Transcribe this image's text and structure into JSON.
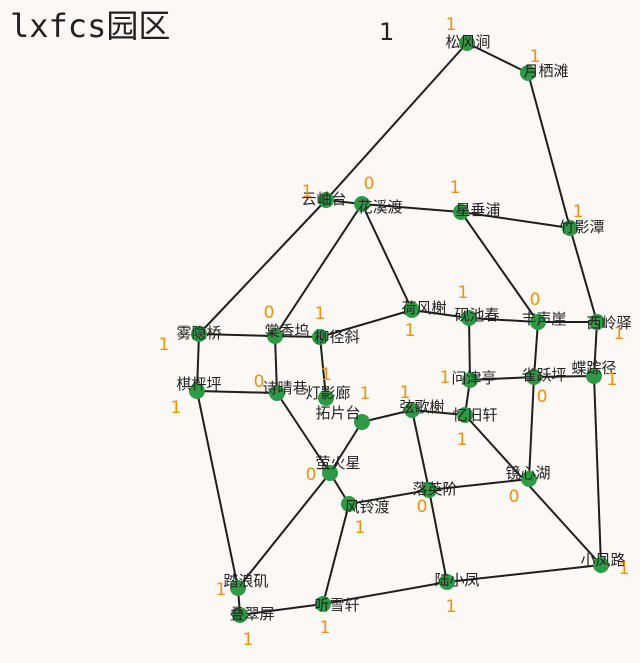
{
  "title": "lxfcs园区",
  "counter": "1",
  "nodes": [
    {
      "id": "n1",
      "label": "松风涧",
      "badge": "1"
    },
    {
      "id": "n2",
      "label": "月栖滩",
      "badge": "1"
    },
    {
      "id": "n3",
      "label": "云岫台",
      "badge": "1"
    },
    {
      "id": "n4",
      "label": "花溪渡",
      "badge": "0"
    },
    {
      "id": "n5",
      "label": "星垂浦",
      "badge": "1"
    },
    {
      "id": "n6",
      "label": "竹影潭",
      "badge": "1"
    },
    {
      "id": "n7",
      "label": "荷风榭",
      "badge": "1"
    },
    {
      "id": "n8",
      "label": "砚池春",
      "badge": "1"
    },
    {
      "id": "n9",
      "label": "丰声崖",
      "badge": "0"
    },
    {
      "id": "n10",
      "label": "西岭驿",
      "badge": "1"
    },
    {
      "id": "n11",
      "label": "雾隐桥",
      "badge": "1"
    },
    {
      "id": "n12",
      "label": "棠香坞",
      "badge": "0"
    },
    {
      "id": "n13",
      "label": "柳径斜",
      "badge": "1"
    },
    {
      "id": "n14",
      "label": "问津亭",
      "badge": "1"
    },
    {
      "id": "n15",
      "label": "雀跃坪",
      "badge": "0"
    },
    {
      "id": "n16",
      "label": "蝶踪径",
      "badge": "1"
    },
    {
      "id": "n17",
      "label": "棋枰坪",
      "badge": "1"
    },
    {
      "id": "n18",
      "label": "诗晴巷",
      "badge": "0"
    },
    {
      "id": "n19",
      "label": "灯影廊",
      "badge": "1"
    },
    {
      "id": "n20",
      "label": "拓片台",
      "badge": "1"
    },
    {
      "id": "n21",
      "label": "弦歌榭",
      "badge": "1"
    },
    {
      "id": "n22",
      "label": "忆旧轩",
      "badge": "1"
    },
    {
      "id": "n23",
      "label": "萤火星",
      "badge": "0"
    },
    {
      "id": "n24",
      "label": "镜心湖",
      "badge": "0"
    },
    {
      "id": "n25",
      "label": "落英阶",
      "badge": "0"
    },
    {
      "id": "n26",
      "label": "风铃渡",
      "badge": "1"
    },
    {
      "id": "n27",
      "label": "小凤路",
      "badge": "1"
    },
    {
      "id": "n28",
      "label": "踏浪矶",
      "badge": "1"
    },
    {
      "id": "n29",
      "label": "陆小凤",
      "badge": "1"
    },
    {
      "id": "n30",
      "label": "听雪轩",
      "badge": "1"
    },
    {
      "id": "n31",
      "label": "叠翠屏",
      "badge": "1"
    }
  ],
  "edges": [
    [
      "n1",
      "n2"
    ],
    [
      "n1",
      "n3"
    ],
    [
      "n2",
      "n6"
    ],
    [
      "n3",
      "n4"
    ],
    [
      "n3",
      "n11"
    ],
    [
      "n4",
      "n5"
    ],
    [
      "n4",
      "n12"
    ],
    [
      "n4",
      "n7"
    ],
    [
      "n5",
      "n6"
    ],
    [
      "n5",
      "n9"
    ],
    [
      "n6",
      "n10"
    ],
    [
      "n7",
      "n8"
    ],
    [
      "n7",
      "n13"
    ],
    [
      "n8",
      "n9"
    ],
    [
      "n8",
      "n14"
    ],
    [
      "n9",
      "n10"
    ],
    [
      "n9",
      "n15"
    ],
    [
      "n10",
      "n16"
    ],
    [
      "n11",
      "n12"
    ],
    [
      "n11",
      "n17"
    ],
    [
      "n12",
      "n13"
    ],
    [
      "n12",
      "n18"
    ],
    [
      "n13",
      "n19"
    ],
    [
      "n14",
      "n15"
    ],
    [
      "n14",
      "n22"
    ],
    [
      "n15",
      "n16"
    ],
    [
      "n15",
      "n24"
    ],
    [
      "n16",
      "n27"
    ],
    [
      "n17",
      "n18"
    ],
    [
      "n17",
      "n28"
    ],
    [
      "n18",
      "n23"
    ],
    [
      "n20",
      "n21"
    ],
    [
      "n20",
      "n23"
    ],
    [
      "n21",
      "n22"
    ],
    [
      "n21",
      "n25"
    ],
    [
      "n22",
      "n27"
    ],
    [
      "n23",
      "n26"
    ],
    [
      "n23",
      "n28"
    ],
    [
      "n24",
      "n25"
    ],
    [
      "n25",
      "n26"
    ],
    [
      "n25",
      "n29"
    ],
    [
      "n26",
      "n30"
    ],
    [
      "n29",
      "n27"
    ],
    [
      "n28",
      "n31"
    ],
    [
      "n30",
      "n31"
    ],
    [
      "n30",
      "n29"
    ]
  ]
}
